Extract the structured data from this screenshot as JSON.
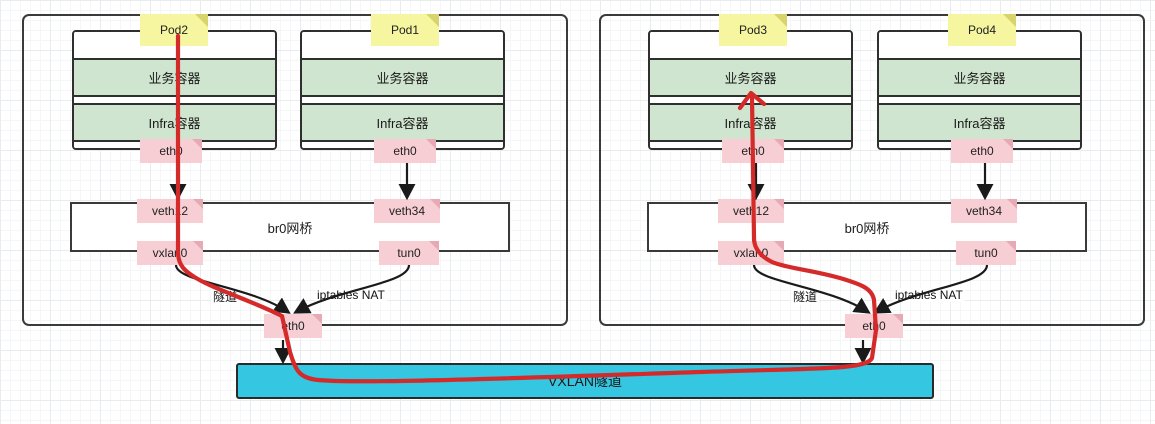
{
  "diagram": {
    "title": "Kubernetes VXLAN Pod Networking",
    "colors": {
      "pod_note": "#f6f5a0",
      "iface_note": "#f7ced4",
      "container_fill": "#cfe5cf",
      "vxlan_fill": "#35c6e2",
      "box_stroke": "#3a3a3a",
      "red_path": "#d42a2a",
      "arrow_black": "#1a1a1a",
      "grid_minor": "#f4f6f7",
      "grid_major": "#e9ecef"
    }
  },
  "hosts": [
    {
      "id": "host-left",
      "pods": [
        {
          "id": "pod2",
          "name": "Pod2",
          "cells": [
            {
              "label": "业务容器"
            },
            {
              "label": "Infra容器"
            }
          ],
          "iface": "eth0"
        },
        {
          "id": "pod1",
          "name": "Pod1",
          "cells": [
            {
              "label": "业务容器"
            },
            {
              "label": "Infra容器"
            }
          ],
          "iface": "eth0"
        }
      ],
      "bridge": {
        "label": "br0网桥",
        "top_ifaces": [
          "veth12",
          "veth34"
        ],
        "bottom_ifaces": [
          "vxlan0",
          "tun0"
        ]
      },
      "edge_labels": {
        "tunnel": "隧道",
        "nat": "iptables NAT"
      },
      "host_iface": "eth0"
    },
    {
      "id": "host-right",
      "pods": [
        {
          "id": "pod3",
          "name": "Pod3",
          "cells": [
            {
              "label": "业务容器"
            },
            {
              "label": "Infra容器"
            }
          ],
          "iface": "eth0"
        },
        {
          "id": "pod4",
          "name": "Pod4",
          "cells": [
            {
              "label": "业务容器"
            },
            {
              "label": "Infra容器"
            }
          ],
          "iface": "eth0"
        }
      ],
      "bridge": {
        "label": "br0网桥",
        "top_ifaces": [
          "veth12",
          "veth34"
        ],
        "bottom_ifaces": [
          "vxlan0",
          "tun0"
        ]
      },
      "edge_labels": {
        "tunnel": "隧道",
        "nat": "iptables NAT"
      },
      "host_iface": "eth0"
    }
  ],
  "vxlan": {
    "label": "VXLAN隧道"
  }
}
